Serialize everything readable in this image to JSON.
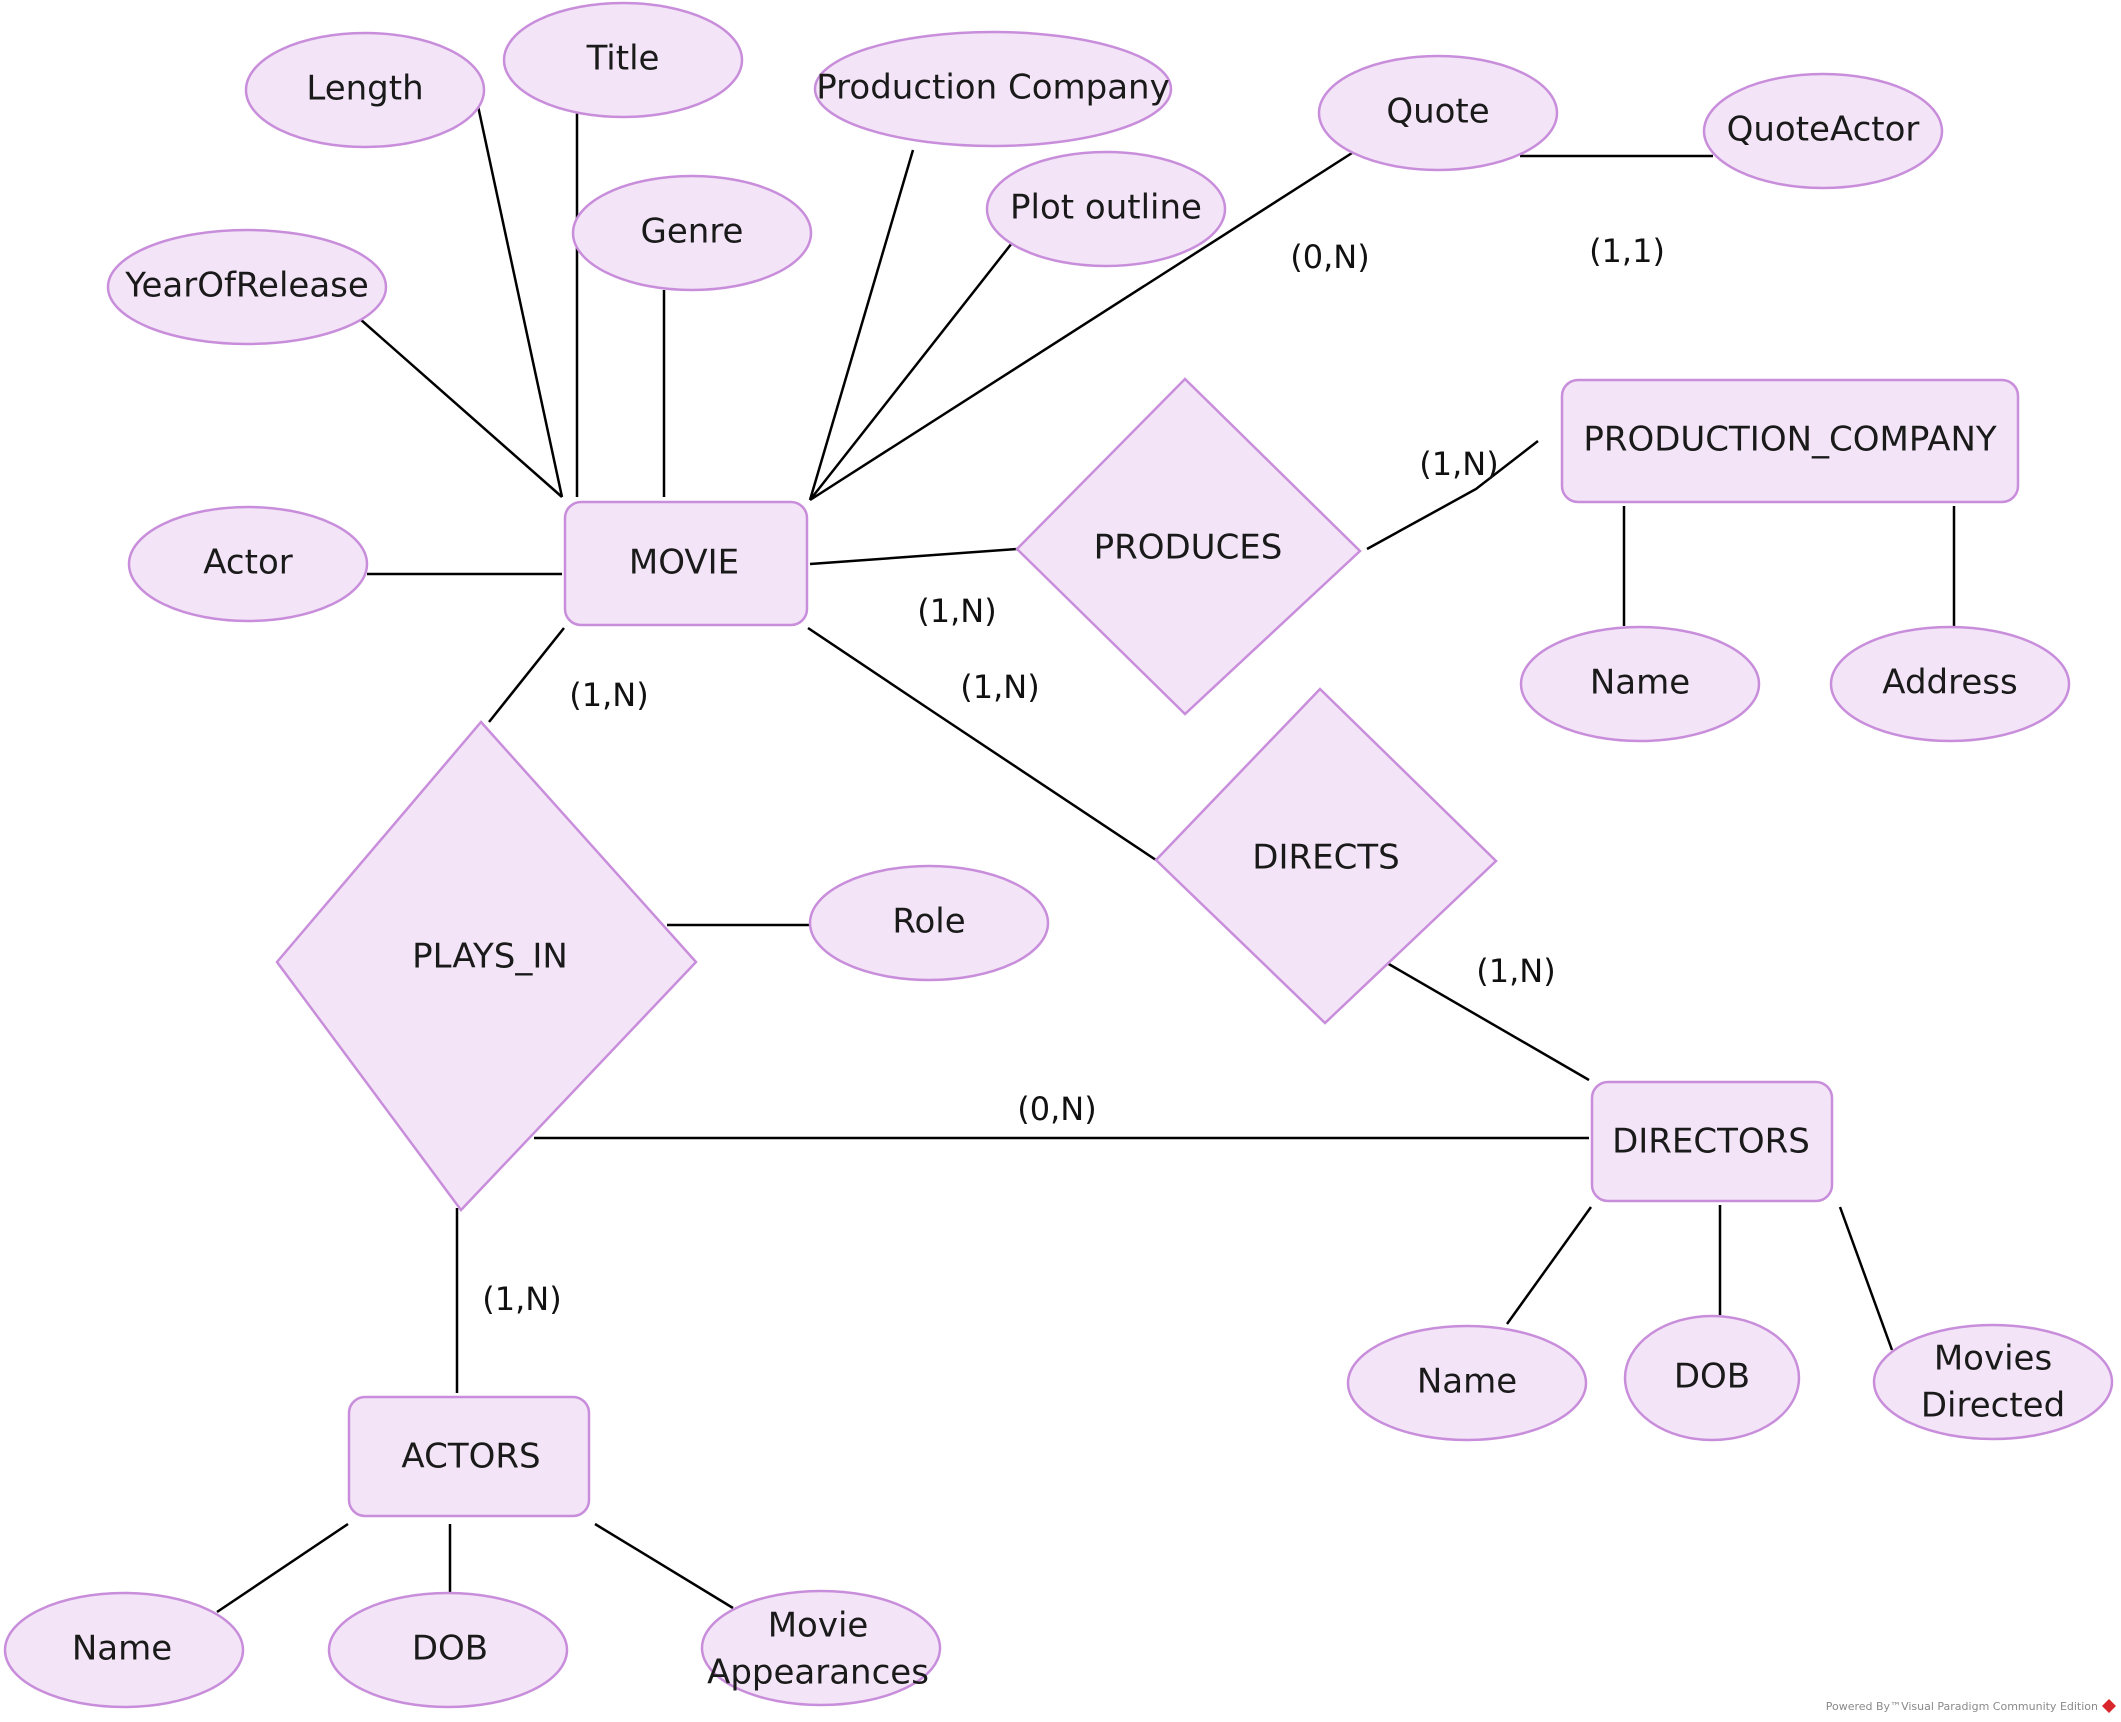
{
  "colors": {
    "fill": "#f3e5f7",
    "stroke": "#c98edb",
    "line": "#000000"
  },
  "entities": {
    "movie": "MOVIE",
    "production_company": "PRODUCTION_COMPANY",
    "directors": "DIRECTORS",
    "actors": "ACTORS"
  },
  "relationships": {
    "produces": "PRODUCES",
    "directs": "DIRECTS",
    "plays_in": "PLAYS_IN"
  },
  "attributes": {
    "length": "Length",
    "title": "Title",
    "production_company": "Production Company",
    "quote": "Quote",
    "quote_actor": "QuoteActor",
    "genre": "Genre",
    "plot_outline": "Plot outline",
    "year_of_release": "YearOfRelease",
    "actor": "Actor",
    "company_name": "Name",
    "company_address": "Address",
    "role": "Role",
    "director_name": "Name",
    "director_dob": "DOB",
    "director_movies_directed_1": "Movies",
    "director_movies_directed_2": "Directed",
    "actor_name": "Name",
    "actor_dob": "DOB",
    "actor_movie_appearances_1": "Movie",
    "actor_movie_appearances_2": "Appearances"
  },
  "cardinalities": {
    "quote": "(0,N)",
    "quote_actor": "(1,1)",
    "produces_company": "(1,N)",
    "produces_movie": "(1,N)",
    "directs_movie": "(1,N)",
    "plays_in_movie": "(1,N)",
    "directs_director": "(1,N)",
    "plays_in_director": "(0,N)",
    "plays_in_actor": "(1,N)"
  },
  "watermark": "Powered By™Visual Paradigm Community Edition"
}
